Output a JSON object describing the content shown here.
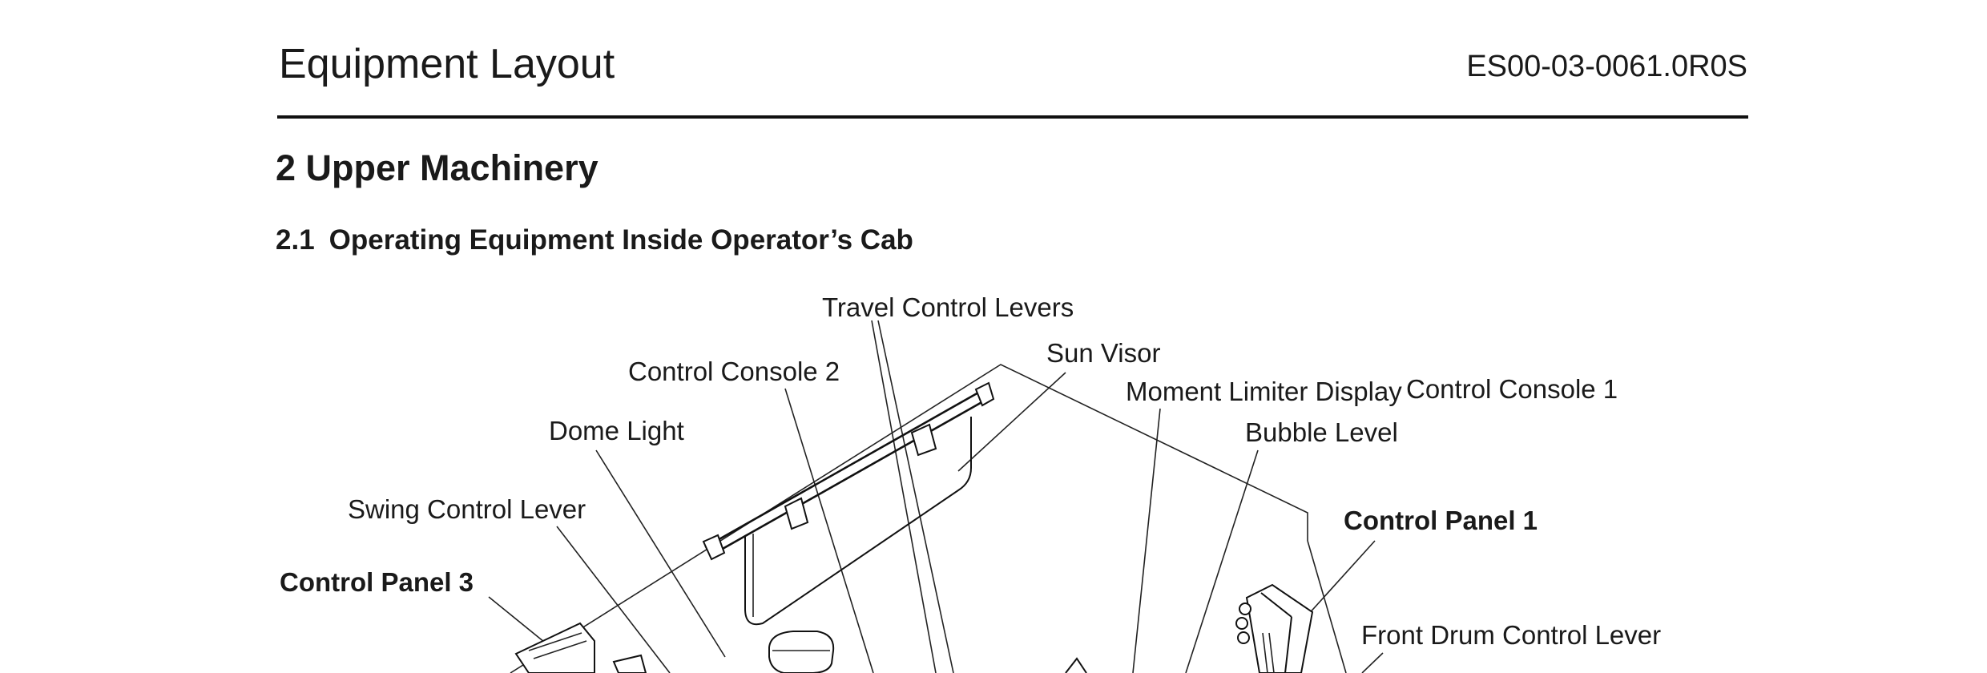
{
  "header": {
    "title": "Equipment Layout",
    "doc_number": "ES00-03-0061.0R0S"
  },
  "section": {
    "title": "2 Upper Machinery"
  },
  "subsection": {
    "number": "2.1",
    "title": "Operating Equipment Inside Operator’s Cab"
  },
  "callouts": {
    "travel_control_levers": "Travel Control Levers",
    "sun_visor": "Sun Visor",
    "control_console_2": "Control Console 2",
    "moment_limiter_display": "Moment Limiter Display",
    "control_console_1": "Control Console 1",
    "dome_light": "Dome Light",
    "bubble_level": "Bubble Level",
    "swing_control_lever": "Swing Control Lever",
    "control_panel_1": "Control Panel 1",
    "control_panel_3": "Control Panel 3",
    "front_drum_control_lever": "Front Drum Control Lever"
  }
}
